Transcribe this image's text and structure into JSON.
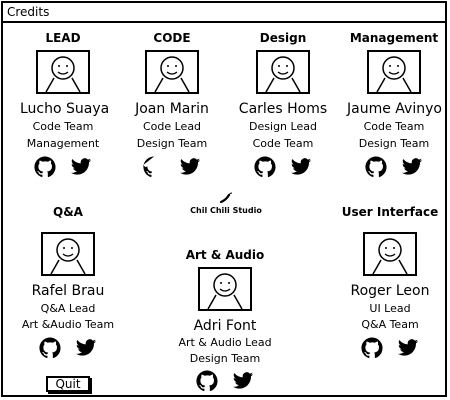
{
  "window": {
    "title": "Credits"
  },
  "studio": {
    "name": "Chil Chili Studio",
    "icon": "chili-pepper-icon"
  },
  "members": [
    {
      "role": "LEAD",
      "name": "Lucho Suaya",
      "lines": [
        "Code Team",
        "Management"
      ]
    },
    {
      "role": "CODE",
      "name": "Joan Marin",
      "lines": [
        "Code Lead",
        "Design Team"
      ]
    },
    {
      "role": "Design",
      "name": "Carles Homs",
      "lines": [
        "Design Lead",
        "Code Team"
      ]
    },
    {
      "role": "Management",
      "name": "Jaume Avinyo",
      "lines": [
        "Code Team",
        "Design Team"
      ]
    },
    {
      "role": "Q&A",
      "name": "Rafel Brau",
      "lines": [
        "Q&A Lead",
        "Art &Audio Team"
      ]
    },
    {
      "role": "Art & Audio",
      "name": "Adri Font",
      "lines": [
        "Art & Audio Lead",
        "Design Team"
      ]
    },
    {
      "role": "User Interface",
      "name": "Roger Leon",
      "lines": [
        "UI Lead",
        "Q&A Team"
      ]
    }
  ],
  "links": {
    "github_icon": "github-icon",
    "twitter_icon": "twitter-icon"
  },
  "buttons": {
    "quit_label": "Quit"
  }
}
